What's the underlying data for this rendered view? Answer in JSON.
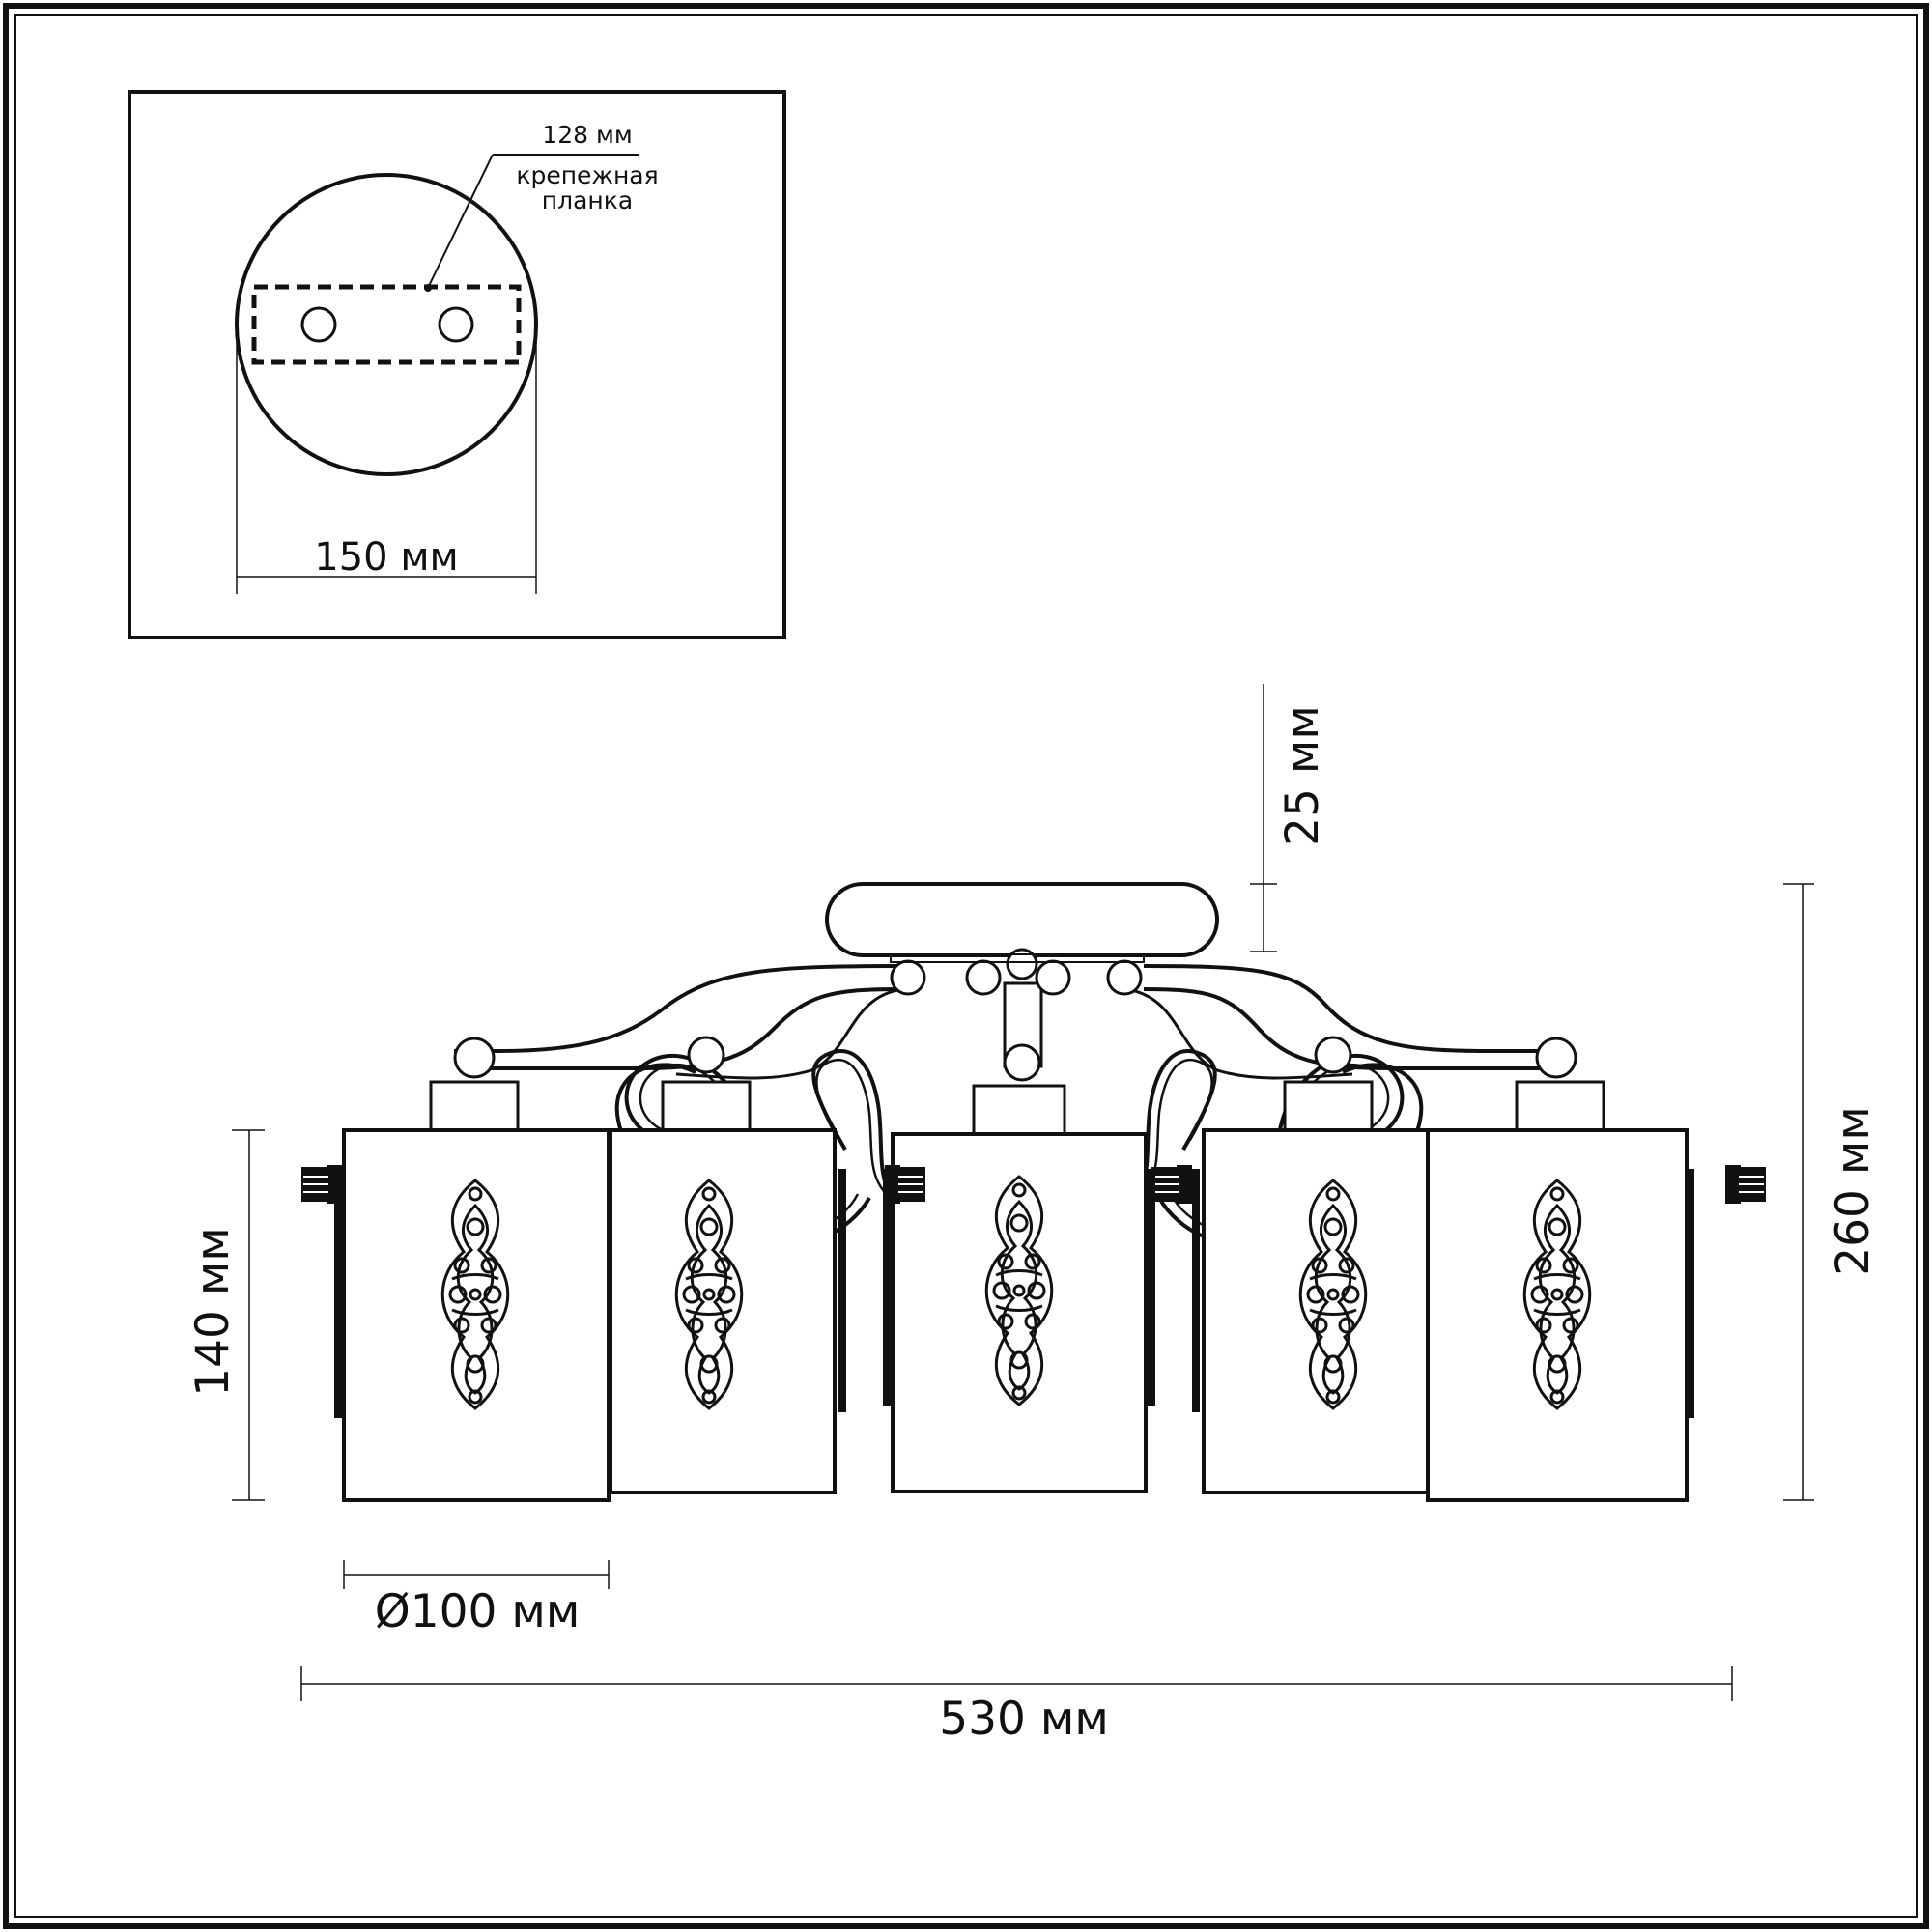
{
  "mount_detail": {
    "bracket_width_label": "128 мм",
    "bracket_name_line1": "крепежная",
    "bracket_name_line2": "планка",
    "canopy_diameter_label": "150 мм"
  },
  "front_view": {
    "canopy_height_label": "25 мм",
    "total_height_label": "260 мм",
    "shade_height_label": "140 мм",
    "shade_diameter_label": "Ø100 мм",
    "total_width_label": "530 мм"
  }
}
